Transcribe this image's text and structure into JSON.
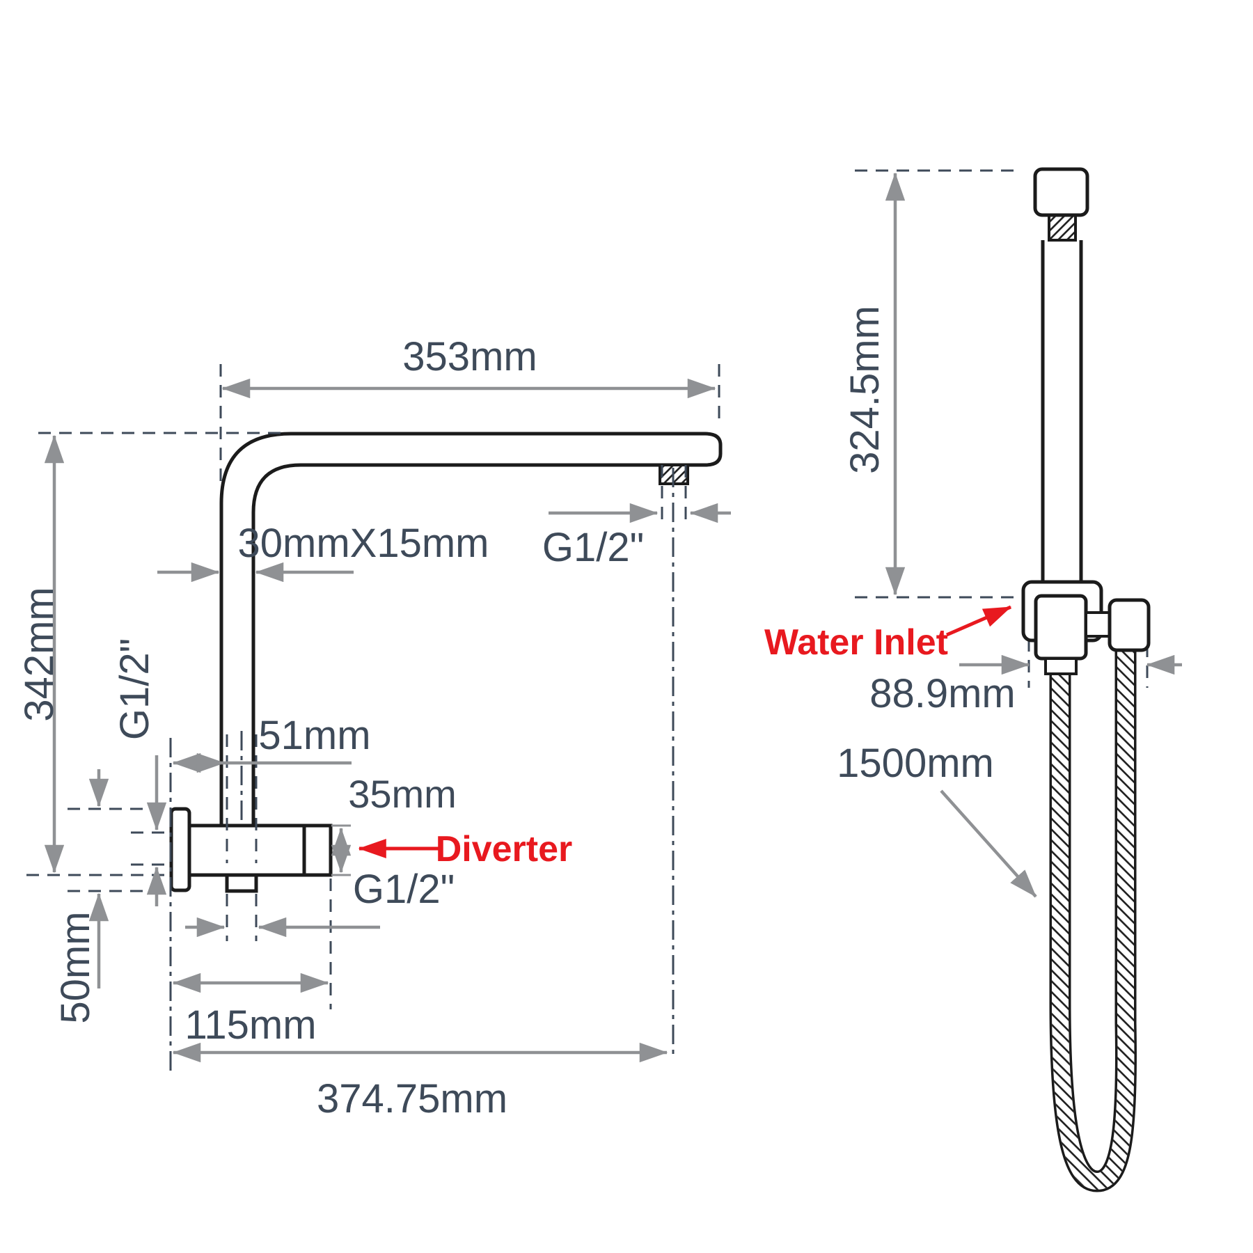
{
  "page": {
    "title": "Shower rail set dimension diagram",
    "background": "#ffffff"
  },
  "colors": {
    "outline": "#1b1b1b",
    "dimension_lines": "#8f9194",
    "dashed_reference": "#3e4a59",
    "label_text": "#3e4a59",
    "callout_red": "#e8191f"
  },
  "left_diagram": {
    "name": "shower arm with diverter - side view",
    "labels": {
      "arm_length": "353mm",
      "arm_height": "342mm",
      "outlet_thread": "G1/2\"",
      "tube_section": "30mmX15mm",
      "wall_inlet_thread": "G1/2\"",
      "wall_to_outlet": "51mm",
      "diverter_height": "35mm",
      "diverter_callout": "Diverter",
      "bottom_outlet_thread": "G1/2\"",
      "flange_height": "50mm",
      "diverter_length": "115mm",
      "total_projection": "374.75mm"
    }
  },
  "right_diagram": {
    "name": "hand shower rail with hose - front view",
    "labels": {
      "rail_height": "324.5mm",
      "water_inlet_callout": "Water Inlet",
      "inlet_width": "88.9mm",
      "hose_length": "1500mm"
    }
  }
}
